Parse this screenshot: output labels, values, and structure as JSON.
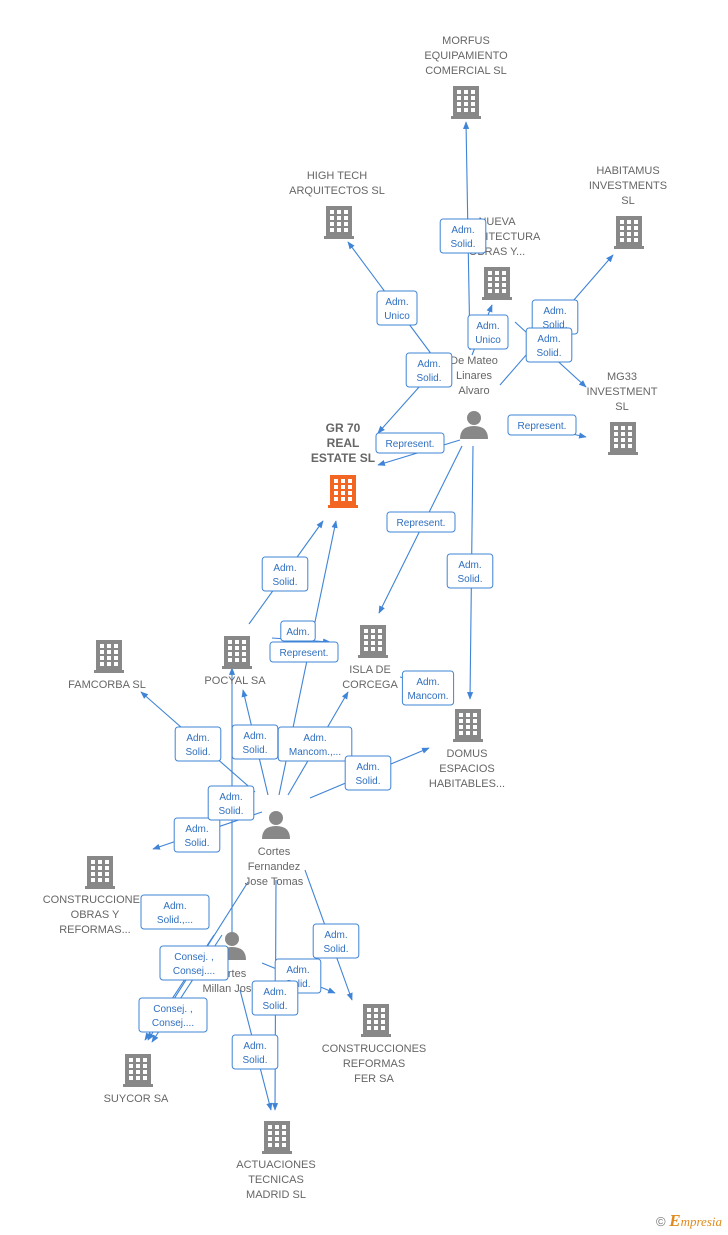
{
  "colors": {
    "edge": "#3f84d6",
    "node": "#888888",
    "focus_node": "#f26522",
    "label": "#666666"
  },
  "footer": {
    "copyright": "©",
    "brand_initial": "E",
    "brand_rest": "mpresia"
  },
  "nodes": [
    {
      "id": "morfus",
      "type": "company",
      "lines": [
        "MORFUS",
        "EQUIPAMIENTO",
        "COMERCIAL SL"
      ]
    },
    {
      "id": "hightech",
      "type": "company",
      "lines": [
        "HIGH TECH",
        "ARQUITECTOS SL"
      ]
    },
    {
      "id": "habitamus",
      "type": "company",
      "lines": [
        "HABITAMUS",
        "INVESTMENTS",
        "SL"
      ]
    },
    {
      "id": "nueva",
      "type": "company",
      "lines": [
        "NUEVA",
        "ARQUITECTURA",
        "OBRAS Y..."
      ]
    },
    {
      "id": "mateo",
      "type": "person",
      "lines": [
        "De Mateo",
        "Linares",
        "Alvaro"
      ]
    },
    {
      "id": "mg33",
      "type": "company",
      "lines": [
        "MG33",
        "INVESTMENT",
        "SL"
      ]
    },
    {
      "id": "gr70",
      "type": "focus",
      "lines": [
        "GR 70",
        "REAL",
        "ESTATE SL"
      ]
    },
    {
      "id": "famcorba",
      "type": "company",
      "lines": [
        "FAMCORBA SL"
      ]
    },
    {
      "id": "pocyal",
      "type": "company",
      "lines": [
        "POCYAL SA"
      ]
    },
    {
      "id": "isla",
      "type": "company",
      "lines": [
        "ISLA DE",
        "CORCEGA"
      ]
    },
    {
      "id": "domus",
      "type": "company",
      "lines": [
        "DOMUS",
        "ESPACIOS",
        "HABITABLES..."
      ]
    },
    {
      "id": "cortes_fj",
      "type": "person",
      "lines": [
        "Cortes",
        "Fernandez",
        "Jose Tomas"
      ]
    },
    {
      "id": "construcciones_obras",
      "type": "company",
      "lines": [
        "CONSTRUCCIONES",
        "OBRAS Y",
        "REFORMAS..."
      ]
    },
    {
      "id": "cortes_mj",
      "type": "person",
      "lines": [
        "Cortes",
        "Millan Jose"
      ]
    },
    {
      "id": "construcciones_fer",
      "type": "company",
      "lines": [
        "CONSTRUCCIONES",
        "REFORMAS",
        "FER SA"
      ]
    },
    {
      "id": "suycor",
      "type": "company",
      "lines": [
        "SUYCOR SA"
      ]
    },
    {
      "id": "actuaciones",
      "type": "company",
      "lines": [
        "ACTUACIONES",
        "TECNICAS",
        "MADRID SL"
      ]
    }
  ],
  "edges": [
    {
      "from": "mateo",
      "to": "morfus",
      "label": [
        "Adm.",
        "Solid."
      ]
    },
    {
      "from": "mateo",
      "to": "hightech",
      "label": [
        "Adm.",
        "Unico"
      ]
    },
    {
      "from": "mateo",
      "to": "habitamus",
      "label": [
        "Adm.",
        "Solid."
      ]
    },
    {
      "from": "mateo",
      "to": "nueva",
      "label": [
        "Adm.",
        "Unico"
      ]
    },
    {
      "from": "mateo",
      "to": "mg33",
      "label": [
        "Adm.",
        "Solid."
      ]
    },
    {
      "from": "mateo",
      "to": "gr70",
      "label": [
        "Adm.",
        "Solid."
      ]
    },
    {
      "from": "mateo",
      "to": "gr70",
      "label": [
        "Represent."
      ]
    },
    {
      "from": "mateo",
      "to": "mg33",
      "label": [
        "Represent."
      ]
    },
    {
      "from": "mateo",
      "to": "isla",
      "label": [
        "Represent."
      ]
    },
    {
      "from": "mateo",
      "to": "domus",
      "label": [
        "Adm.",
        "Solid."
      ]
    },
    {
      "from": "pocyal",
      "to": "gr70",
      "label": [
        "Adm.",
        "Solid."
      ]
    },
    {
      "from": "cortes_fj",
      "to": "gr70",
      "label": [
        "Adm."
      ]
    },
    {
      "from": "pocyal",
      "to": "isla",
      "label": [
        "Represent."
      ]
    },
    {
      "from": "cortes_fj",
      "to": "famcorba",
      "label": [
        "Adm.",
        "Solid."
      ]
    },
    {
      "from": "cortes_fj",
      "to": "pocyal",
      "label": [
        "Adm.",
        "Solid."
      ]
    },
    {
      "from": "cortes_fj",
      "to": "isla",
      "label": [
        "Adm.",
        "Mancom.,..."
      ]
    },
    {
      "from": "isla",
      "to": "domus",
      "label": [
        "Adm.",
        "Mancom."
      ]
    },
    {
      "from": "cortes_fj",
      "to": "domus",
      "label": [
        "Adm.",
        "Solid."
      ]
    },
    {
      "from": "cortes_fj",
      "to": "construcciones_obras",
      "label": [
        "Adm.",
        "Solid."
      ]
    },
    {
      "from": "cortes_mj",
      "to": "pocyal",
      "label": [
        "Adm.",
        "Solid."
      ]
    },
    {
      "from": "cortes_fj",
      "to": "construcciones_fer",
      "label": [
        "Adm.",
        "Solid."
      ]
    },
    {
      "from": "cortes_fj",
      "to": "suycor",
      "label": [
        "Adm.",
        "Solid.,..."
      ]
    },
    {
      "from": "cortes_mj",
      "to": "suycor",
      "label": [
        "Consej. ,",
        "Consej...."
      ]
    },
    {
      "from": "cortes_mj",
      "to": "suycor",
      "label": [
        "Consej. ,",
        "Consej...."
      ]
    },
    {
      "from": "cortes_mj",
      "to": "construcciones_fer",
      "label": [
        "Adm.",
        "Solid."
      ]
    },
    {
      "from": "cortes_fj",
      "to": "actuaciones",
      "label": [
        "Adm.",
        "Solid."
      ]
    },
    {
      "from": "cortes_mj",
      "to": "actuaciones",
      "label": [
        "Adm.",
        "Solid."
      ]
    }
  ]
}
